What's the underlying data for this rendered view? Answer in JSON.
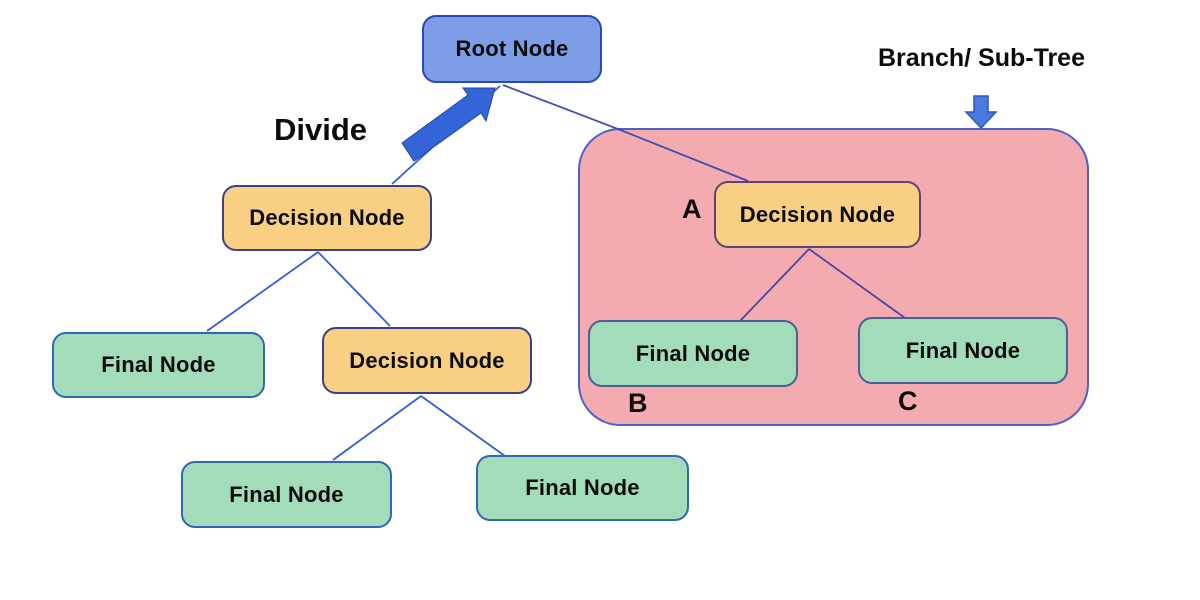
{
  "diagram": {
    "type": "decision-tree",
    "background": "#ffffff",
    "nodes": {
      "root": {
        "label": "Root Node",
        "fill": "#7d9ee7",
        "border": "#2948bb"
      },
      "decision_left": {
        "label": "Decision Node",
        "fill": "#f9d083",
        "border": "#3b3f86"
      },
      "final_left": {
        "label": "Final Node",
        "fill": "#a3dcbb",
        "border": "#3366b0"
      },
      "decision_mid": {
        "label": "Decision Node",
        "fill": "#f9d083",
        "border": "#3b3f86"
      },
      "final_bottom_left": {
        "label": "Final Node",
        "fill": "#a3dcbb",
        "border": "#3366b0"
      },
      "final_bottom_mid": {
        "label": "Final Node",
        "fill": "#a3dcbb",
        "border": "#3366b0"
      },
      "decision_a": {
        "label": "Decision Node",
        "marker": "A",
        "fill": "#f9d083",
        "border": "#5e4473"
      },
      "final_b": {
        "label": "Final Node",
        "marker": "B",
        "fill": "#a3dcbb",
        "border": "#4a5f95"
      },
      "final_c": {
        "label": "Final Node",
        "marker": "C",
        "fill": "#a3dcbb",
        "border": "#4a5f95"
      }
    },
    "annotations": {
      "divide_label": "Divide",
      "branch_label": "Branch/ Sub-Tree"
    },
    "subtree_region": {
      "fill": "#f3abb0",
      "border": "#4a63c8"
    },
    "connector_color": "#2e5fd0",
    "arrow_color": "#3465d8"
  }
}
